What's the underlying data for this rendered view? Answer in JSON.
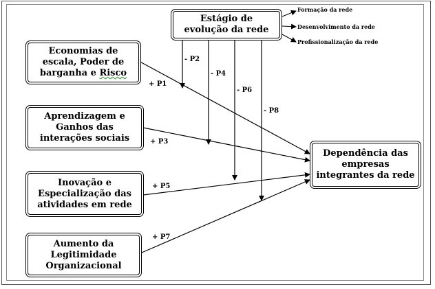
{
  "stage_box": {
    "line1": "Estágio de",
    "line2": "evolução da rede"
  },
  "stage_items": [
    "Formação da rede",
    "Desenvolvimento da rede",
    "Profissionalização da rede"
  ],
  "boxes": {
    "economias": {
      "line1": "Economias de",
      "line2": "escala, Poder de",
      "line3_a": "barganha e ",
      "line3_b": "Risco"
    },
    "aprendizagem": {
      "line1": "Aprendizagem e",
      "line2": "Ganhos das",
      "line3": "interações sociais"
    },
    "inovacao": {
      "line1": "Inovação e",
      "line2": "Especialização das",
      "line3": "atividades em rede"
    },
    "legitimidade": {
      "line1": "Aumento da",
      "line2": "Legitimidade",
      "line3": "Organizacional"
    },
    "dependencia": {
      "line1": "Dependência das",
      "line2": "empresas",
      "line3": "integrantes da rede"
    }
  },
  "propositions": {
    "p1": "+ P1",
    "p2": "- P2",
    "p3": "+ P3",
    "p4": "- P4",
    "p5": "+ P5",
    "p6": "- P6",
    "p7": "+ P7",
    "p8": "- P8"
  }
}
